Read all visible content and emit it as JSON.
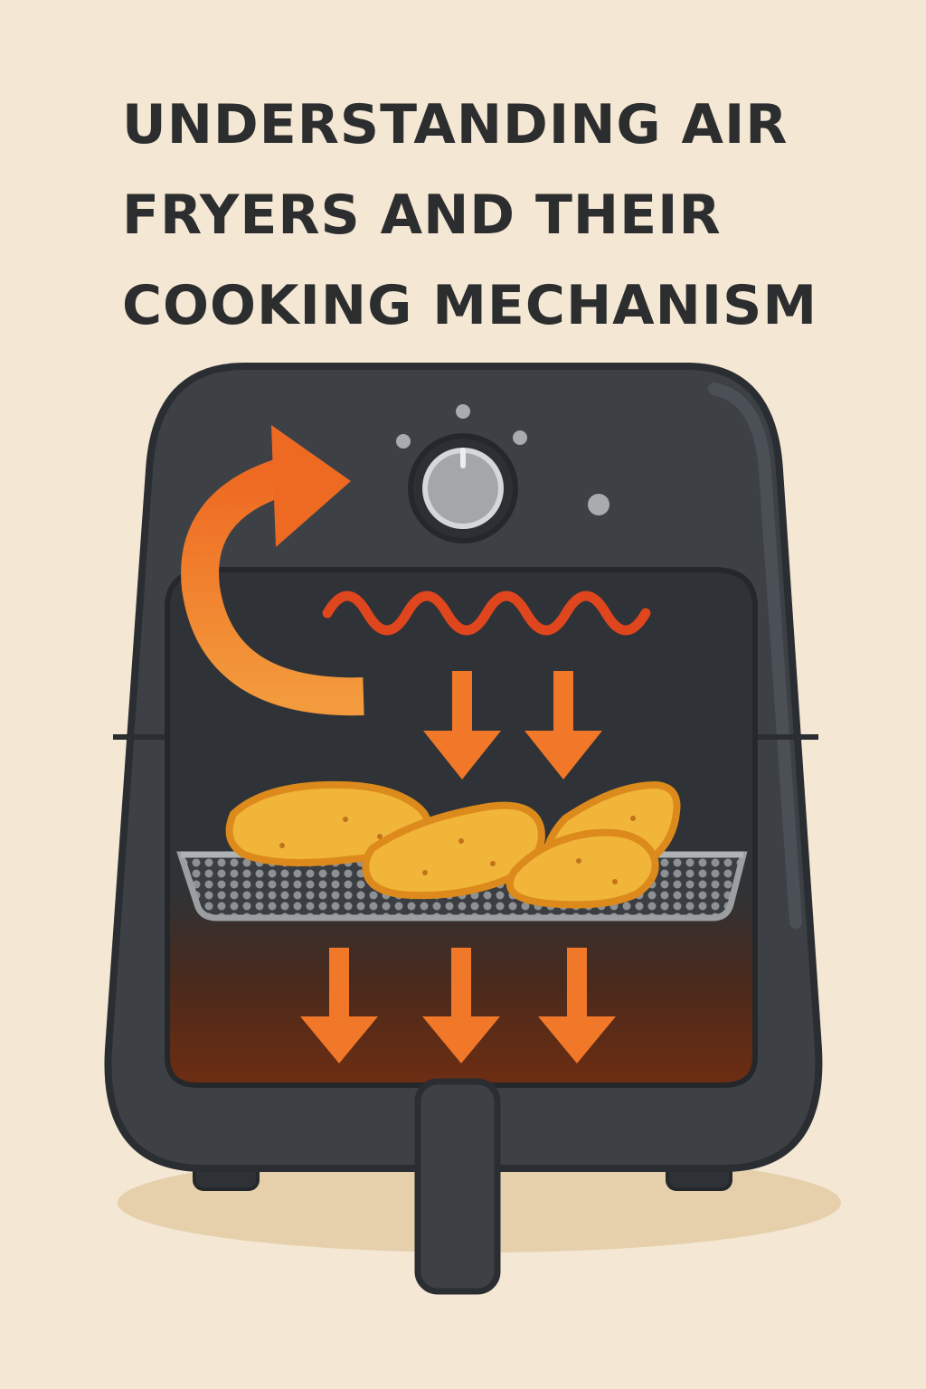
{
  "title": {
    "lines": [
      "UNDERSTANDING AIR",
      "FRYERS AND THEIR",
      "COOKING MECHANISM"
    ]
  },
  "illustration": {
    "subject": "air-fryer-cutaway",
    "colors": {
      "background": "#f4e7d3",
      "body": "#3b3f44",
      "body_highlight": "#4a4f55",
      "outline": "#2a2d31",
      "cavity_top": "#303337",
      "cavity_bottom": "#6a2c14",
      "heating_element": "#e0461e",
      "airflow_arrow": "#f07828",
      "food": "#f1b53a",
      "food_edge": "#d98a1c",
      "basket": "#8c8f92",
      "dial": "#a3a5a8",
      "shadow": "#e4cfad"
    },
    "icons": [
      "circulation-arrow-icon",
      "heating-element-icon",
      "down-arrow-icon",
      "potato-wedge-icon",
      "mesh-basket-icon",
      "dial-knob-icon"
    ]
  }
}
